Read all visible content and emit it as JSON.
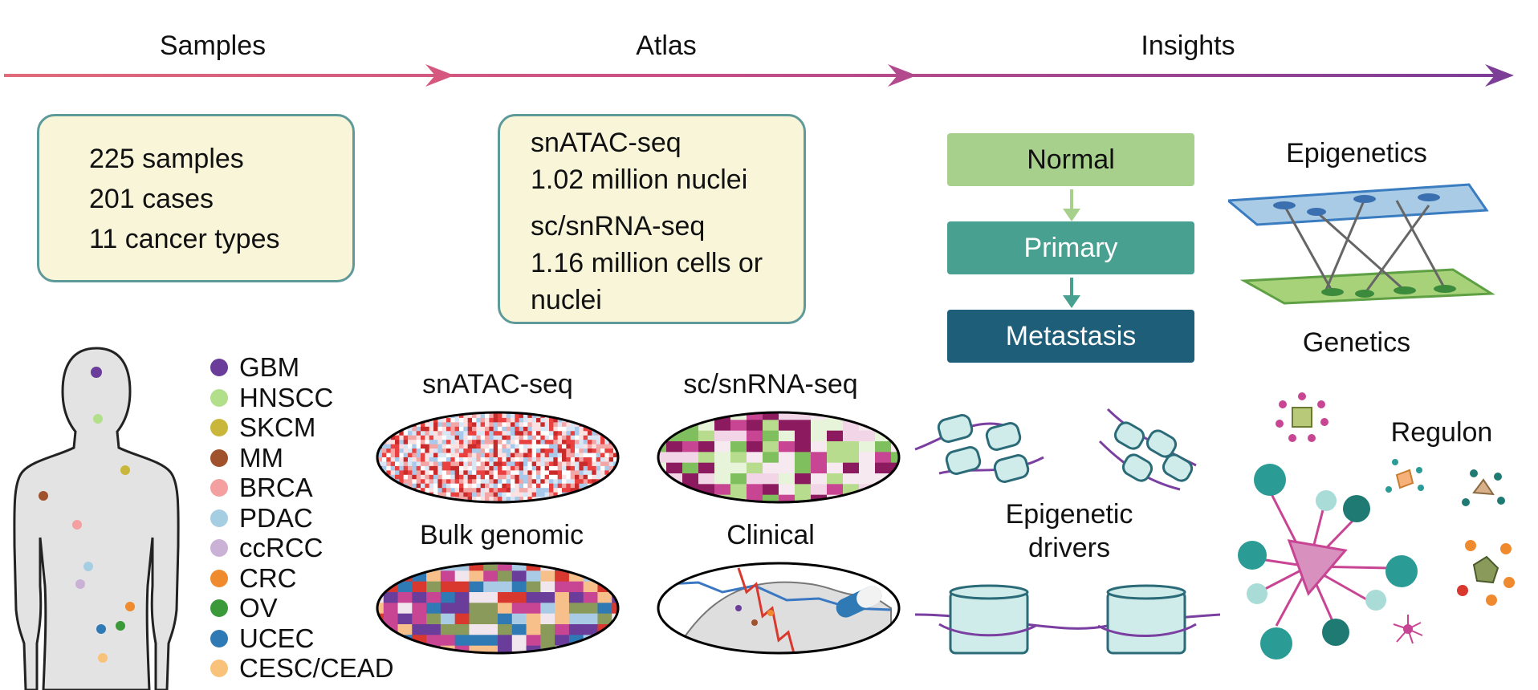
{
  "headers": {
    "samples": "Samples",
    "atlas": "Atlas",
    "insights": "Insights"
  },
  "samples_box": {
    "lines": [
      "225 samples",
      "201 cases",
      "11 cancer types"
    ]
  },
  "atlas_box": {
    "lines": [
      "snATAC-seq",
      "1.02 million nuclei",
      "sc/snRNA-seq",
      "1.16 million cells or",
      "nuclei"
    ]
  },
  "cancer_types": [
    {
      "label": "GBM",
      "color": "#6a3d9a"
    },
    {
      "label": "HNSCC",
      "color": "#b2df8a"
    },
    {
      "label": "SKCM",
      "color": "#c9b73b"
    },
    {
      "label": "MM",
      "color": "#a0522d"
    },
    {
      "label": "BRCA",
      "color": "#f4a0a0"
    },
    {
      "label": "PDAC",
      "color": "#a6cee3"
    },
    {
      "label": "ccRCC",
      "color": "#cab2d6"
    },
    {
      "label": "CRC",
      "color": "#ef8a2e"
    },
    {
      "label": "OV",
      "color": "#3a9a3a"
    },
    {
      "label": "UCEC",
      "color": "#2f79b5"
    },
    {
      "label": "CESC/CEAD",
      "color": "#f9c27a"
    }
  ],
  "data_panels": {
    "snatac": "snATAC-seq",
    "scrna": "sc/snRNA-seq",
    "bulk": "Bulk genomic",
    "clinical": "Clinical"
  },
  "progression": [
    {
      "label": "Normal",
      "color": "#a8d08d",
      "text_color": "#111111"
    },
    {
      "label": "Primary",
      "color": "#48a091",
      "text_color": "#ffffff"
    },
    {
      "label": "Metastasis",
      "color": "#1f5e78",
      "text_color": "#ffffff"
    }
  ],
  "insights": {
    "epigenetics": "Epigenetics",
    "genetics": "Genetics",
    "epigenetic_drivers_1": "Epigenetic",
    "epigenetic_drivers_2": "drivers",
    "regulon": "Regulon"
  },
  "colors": {
    "arrow_start": "#e06b7a",
    "arrow_mid": "#c24f8c",
    "arrow_end": "#7d3e98",
    "box_border": "#5f9a9a",
    "box_fill": "#f8f5d9",
    "nucleosome": "#cfeceb",
    "dna": "#7a3fa0"
  }
}
